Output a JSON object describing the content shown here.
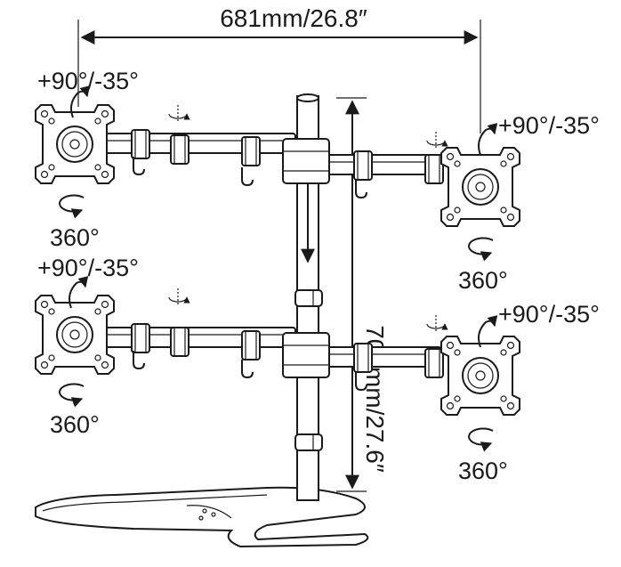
{
  "dimensions": {
    "width_label": "681mm/26.8″",
    "height_label": "700mm/27.6″"
  },
  "tilt_label": "+90°/-35°",
  "rotation_label": "360°"
}
